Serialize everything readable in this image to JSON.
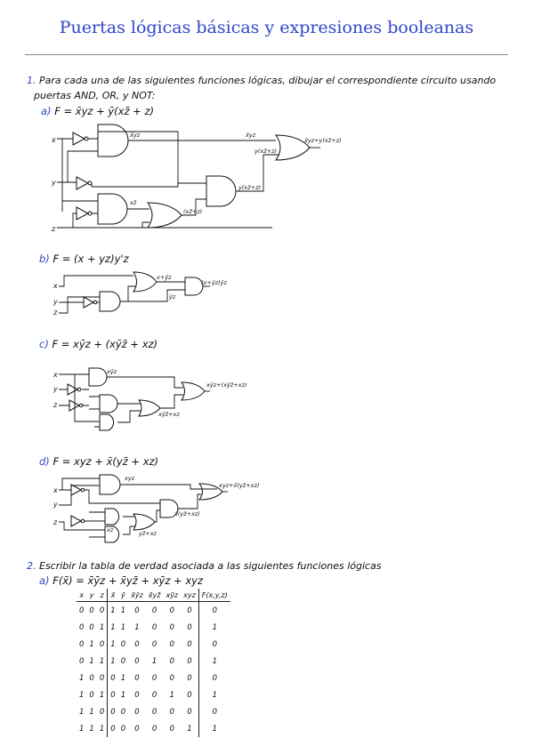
{
  "title": "Puertas lógicas básicas y expresiones booleanas",
  "q1": {
    "num": "1.",
    "text_line1": "Para cada una de las siguientes funciones lógicas, dibujar el correspondiente circuito usando",
    "text_line2": "puertas AND, OR, y NOT:",
    "a": {
      "letter": "a)",
      "expr": "F = x̄yz + ȳ(xz̄ + z)",
      "labels": {
        "x": "x",
        "y": "y",
        "z": "z",
        "t1": "x̄yz",
        "t2": "y(xz̄+z)",
        "t3": "y(xz̄+z)",
        "t4": "(xz̄+z)",
        "t5": "xz̄",
        "out": "x̄yz+y(xz̄+z)"
      }
    },
    "b": {
      "letter": "b)",
      "expr": "F = (x + yz)y'z",
      "labels": {
        "x": "x",
        "y": "y",
        "z": "z",
        "t1": "x+ȳz",
        "t2": "ȳz",
        "out": "(x+ȳz)ȳz"
      }
    },
    "c": {
      "letter": "c)",
      "expr": "F = xȳz + (xȳz̄ + xz)",
      "labels": {
        "x": "x",
        "y": "y",
        "z": "z",
        "t1": "xȳz",
        "t2": "xȳz̄+xz",
        "out": "xȳz+(xȳz̄+xz)"
      }
    },
    "d": {
      "letter": "d)",
      "expr": "F = xyz + x̄(yz̄ + xz)",
      "labels": {
        "x": "x",
        "y": "y",
        "z": "z",
        "t1": "xyz",
        "t2": "x̄(yz̄+xz)",
        "t3": "yz̄+xz",
        "t4": "xz",
        "out": "xyz+x̄(yz̄+xz)"
      }
    }
  },
  "q2": {
    "num": "2.",
    "text": "Escribir la tabla de verdad asociada a las siguientes funciones lógicas",
    "a": {
      "letter": "a)",
      "expr": "F(x̄) = x̄ȳz + x̄yz̄ + xȳz + xyz"
    },
    "table": {
      "headers": [
        "x",
        "y",
        "z",
        "x̄",
        "ȳ",
        "x̄ȳz",
        "x̄yz̄",
        "xȳz",
        "xyz",
        "F(x,y,z)"
      ],
      "rows": [
        [
          "0",
          "0",
          "0",
          "1",
          "1",
          "0",
          "0",
          "0",
          "0",
          "0"
        ],
        [
          "0",
          "0",
          "1",
          "1",
          "1",
          "1",
          "0",
          "0",
          "0",
          "1"
        ],
        [
          "0",
          "1",
          "0",
          "1",
          "0",
          "0",
          "0",
          "0",
          "0",
          "0"
        ],
        [
          "0",
          "1",
          "1",
          "1",
          "0",
          "0",
          "1",
          "0",
          "0",
          "1"
        ],
        [
          "1",
          "0",
          "0",
          "0",
          "1",
          "0",
          "0",
          "0",
          "0",
          "0"
        ],
        [
          "1",
          "0",
          "1",
          "0",
          "1",
          "0",
          "0",
          "1",
          "0",
          "1"
        ],
        [
          "1",
          "1",
          "0",
          "0",
          "0",
          "0",
          "0",
          "0",
          "0",
          "0"
        ],
        [
          "1",
          "1",
          "1",
          "0",
          "0",
          "0",
          "0",
          "0",
          "1",
          "1"
        ]
      ]
    }
  }
}
